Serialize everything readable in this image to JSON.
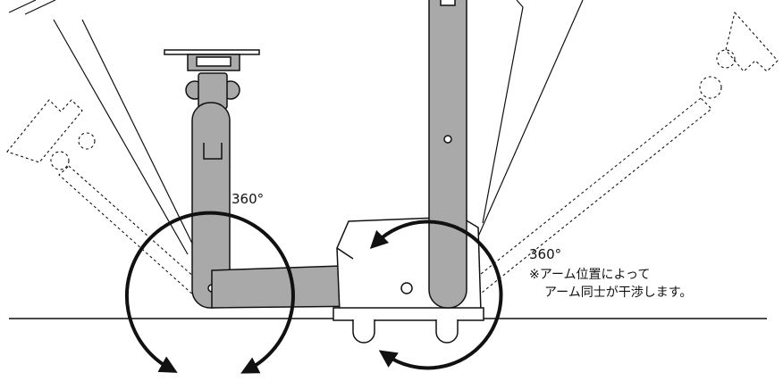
{
  "labels": {
    "left_rotation": "360°",
    "right_rotation": "360°",
    "note_line1": "※アーム位置によって",
    "note_line2": "アーム同士が干渉します。"
  },
  "icons": [
    "rotation-arrow-icon",
    "rotation-arrow-icon",
    "rotation-arrow-icon"
  ],
  "colors": {
    "line": "#111111",
    "arm_fill": "#a9a9a9",
    "base_fill": "#ffffff"
  }
}
